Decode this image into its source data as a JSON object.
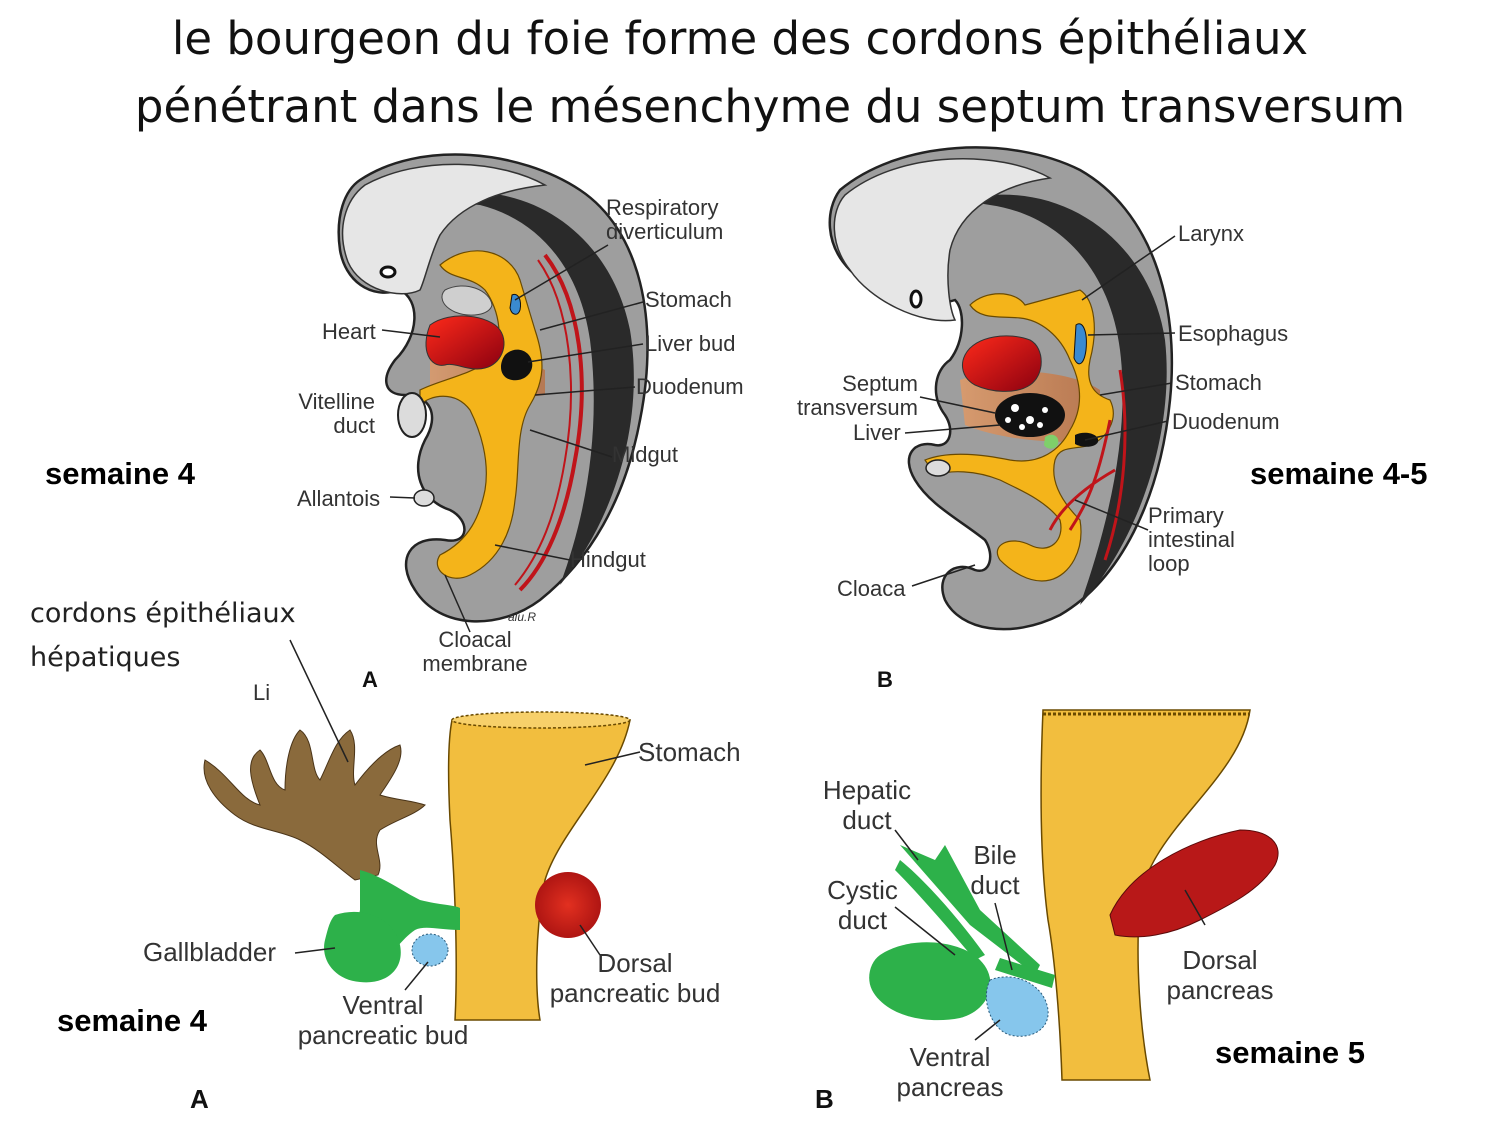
{
  "title": {
    "line1": "le bourgeon du foie forme des cordons épithéliaux",
    "line2": "pénétrant dans le mésenchyme du septum transversum"
  },
  "weeks": {
    "top_left": "semaine 4",
    "top_right": "semaine 4-5",
    "bottom_left": "semaine 4",
    "bottom_right": "semaine 5"
  },
  "annotation": {
    "line1": "cordons épithéliaux",
    "line2": "hépatiques"
  },
  "panel_letters": {
    "top_a": "A",
    "top_b": "B",
    "bottom_a": "A",
    "bottom_b": "B"
  },
  "signature": "alu.R",
  "figure_a": {
    "respiratory_diverticulum": [
      "Respiratory",
      "diverticulum"
    ],
    "stomach": "Stomach",
    "heart": "Heart",
    "liver_bud": "Liver bud",
    "duodenum": "Duodenum",
    "vitelline_duct": [
      "Vitelline",
      "duct"
    ],
    "midgut": "Midgut",
    "allantois": "Allantois",
    "hindgut": "Hindgut",
    "cloacal_membrane": [
      "Cloacal",
      "membrane"
    ]
  },
  "figure_b": {
    "larynx": "Larynx",
    "esophagus": "Esophagus",
    "septum_transversum": [
      "Septum",
      "transversum"
    ],
    "stomach": "Stomach",
    "liver": "Liver",
    "duodenum": "Duodenum",
    "primary_intestinal_loop": [
      "Primary",
      "intestinal",
      "loop"
    ],
    "cloaca": "Cloaca"
  },
  "figure_c": {
    "li": "Li",
    "stomach": "Stomach",
    "gallbladder": "Gallbladder",
    "dorsal_pancreatic_bud": [
      "Dorsal",
      "pancreatic bud"
    ],
    "ventral_pancreatic_bud": [
      "Ventral",
      "pancreatic bud"
    ]
  },
  "figure_d": {
    "hepatic_duct": [
      "Hepatic",
      "duct"
    ],
    "bile_duct": [
      "Bile",
      "duct"
    ],
    "cystic_duct": [
      "Cystic",
      "duct"
    ],
    "dorsal_pancreas": [
      "Dorsal",
      "pancreas"
    ],
    "ventral_pancreas": [
      "Ventral",
      "pancreas"
    ]
  },
  "colors": {
    "gut": "#f4b41a",
    "liver_bud": "#7a5230",
    "gallbladder": "#2db14a",
    "pancreas": "#c0201a",
    "ventral_pancreas": "#86c6ec",
    "vessels": "#c0141a",
    "mesenchyme": "#c98a5a",
    "embryo_grey": "#9a9a9a",
    "embryo_dark": "#2a2a2a"
  }
}
